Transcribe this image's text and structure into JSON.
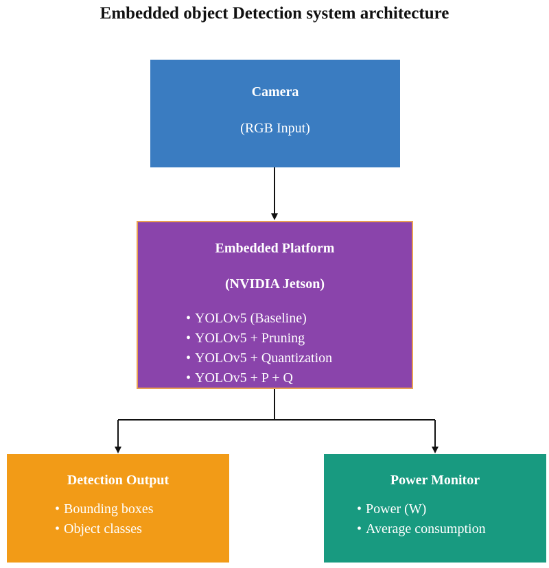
{
  "title": "Embedded object Detection system architecture",
  "colors": {
    "camera": "#3a7cc1",
    "platform": "#8a44ab",
    "platform_border": "#e9a052",
    "detection": "#f29b17",
    "power": "#189a80",
    "connector": "#111111"
  },
  "nodes": {
    "camera": {
      "title": "Camera",
      "subtitle": "(RGB Input)"
    },
    "platform": {
      "title_line1": "Embedded Platform",
      "title_line2": "(NVIDIA Jetson)",
      "items": [
        "YOLOv5 (Baseline)",
        "YOLOv5 + Pruning",
        "YOLOv5 + Quantization",
        "YOLOv5 + P + Q"
      ]
    },
    "detection": {
      "title": "Detection Output",
      "items": [
        "Bounding boxes",
        "Object classes"
      ]
    },
    "power": {
      "title": "Power Monitor",
      "items": [
        "Power (W)",
        "Average consumption"
      ]
    }
  },
  "edges": [
    {
      "from": "camera",
      "to": "platform"
    },
    {
      "from": "platform",
      "to": "detection"
    },
    {
      "from": "platform",
      "to": "power"
    }
  ]
}
